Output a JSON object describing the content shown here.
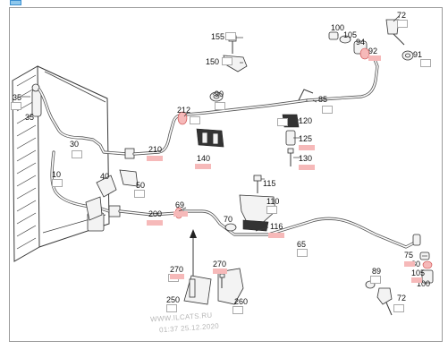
{
  "callouts": [
    {
      "id": "155",
      "label": "155"
    },
    {
      "id": "150",
      "label": "150"
    },
    {
      "id": "100a",
      "label": "100"
    },
    {
      "id": "105a",
      "label": "105"
    },
    {
      "id": "94",
      "label": "94"
    },
    {
      "id": "72a",
      "label": "72"
    },
    {
      "id": "92",
      "label": "92"
    },
    {
      "id": "91",
      "label": "91"
    },
    {
      "id": "35a",
      "label": "35"
    },
    {
      "id": "35b",
      "label": "35"
    },
    {
      "id": "90",
      "label": "90"
    },
    {
      "id": "212",
      "label": "212"
    },
    {
      "id": "85",
      "label": "85"
    },
    {
      "id": "120",
      "label": "120"
    },
    {
      "id": "125",
      "label": "125"
    },
    {
      "id": "130",
      "label": "130"
    },
    {
      "id": "30",
      "label": "30"
    },
    {
      "id": "210",
      "label": "210"
    },
    {
      "id": "140",
      "label": "140"
    },
    {
      "id": "40",
      "label": "40"
    },
    {
      "id": "50",
      "label": "50"
    },
    {
      "id": "10",
      "label": "10"
    },
    {
      "id": "115",
      "label": "115"
    },
    {
      "id": "110",
      "label": "110"
    },
    {
      "id": "69",
      "label": "69"
    },
    {
      "id": "200",
      "label": "200"
    },
    {
      "id": "70",
      "label": "70"
    },
    {
      "id": "116",
      "label": "116"
    },
    {
      "id": "65",
      "label": "65"
    },
    {
      "id": "75",
      "label": "75"
    },
    {
      "id": "80",
      "label": "80"
    },
    {
      "id": "105b",
      "label": "105"
    },
    {
      "id": "100b",
      "label": "100"
    },
    {
      "id": "270a",
      "label": "270"
    },
    {
      "id": "270b",
      "label": "270"
    },
    {
      "id": "89",
      "label": "89"
    },
    {
      "id": "72b",
      "label": "72"
    },
    {
      "id": "250",
      "label": "250"
    },
    {
      "id": "260",
      "label": "260"
    }
  ],
  "watermark": {
    "line1": "WWW.ILCATS.RU",
    "line2": "01:37 25.12.2020"
  },
  "colors": {
    "highlight": "#f6b9b9",
    "corner_tab": "#8fc8ec"
  }
}
